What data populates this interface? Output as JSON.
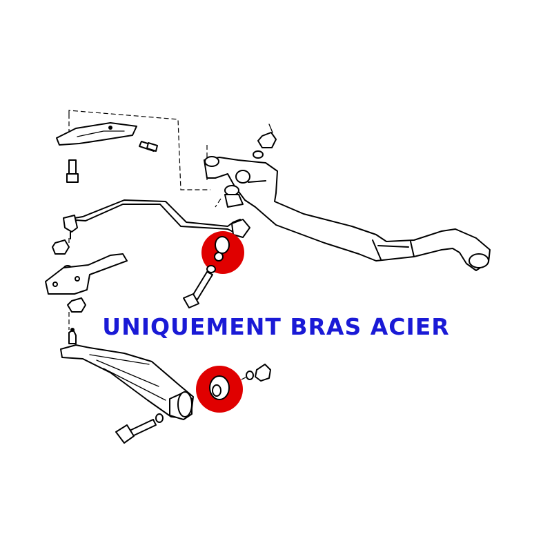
{
  "caption": {
    "text": "UNIQUEMENT BRAS ACIER"
  },
  "colors": {
    "caption": "#1a1ad6",
    "highlight": "#e00000",
    "line": "#000000",
    "background": "#ffffff"
  },
  "highlights": [
    {
      "name": "upper-arm-bushing-highlight",
      "part": "bushing"
    },
    {
      "name": "lower-arm-bushing-highlight",
      "part": "bushing"
    }
  ]
}
